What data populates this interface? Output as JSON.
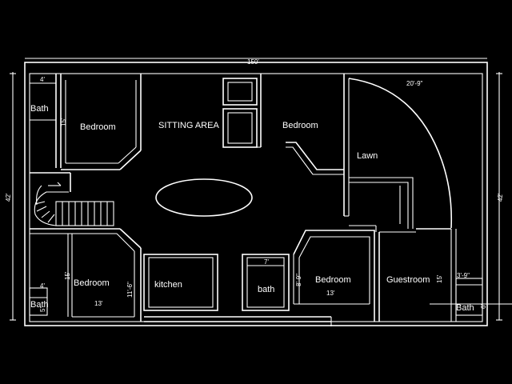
{
  "rooms": {
    "bath_top_left": "Bath",
    "bedroom_top_left": "Bedroom",
    "sitting_area": "SITTING AREA",
    "bedroom_top_right": "Bedroom",
    "lawn": "Lawn",
    "bedroom_bottom_left": "Bedroom",
    "kitchen": "kitchen",
    "bath_center": "bath",
    "bedroom_bottom_center": "Bedroom",
    "guestroom": "Guestroom",
    "bath_bottom_left": "Bath",
    "bath_bottom_right": "Bath"
  },
  "dimensions": {
    "overall_width": "150'",
    "overall_depth_left": "42'",
    "overall_depth_right": "42'",
    "lawn_width": "20'-9\"",
    "bath_top_left_width": "4'",
    "bedroom_top_left_depth": "15'",
    "bath_bottom_left_width": "4'",
    "bath_bottom_left_depth": "5'",
    "bedroom_bottom_left_depth": "15'",
    "bedroom_bottom_left_width": "13'",
    "kitchen_depth": "11'-6\"",
    "bath_center_width": "7'",
    "bedroom_bottom_center_depth": "8'-9\"",
    "bedroom_bottom_center_width": "13'",
    "guestroom_depth": "15'",
    "bath_bottom_right_width": "3'-9\"",
    "bath_bottom_right_depth": "6'"
  }
}
